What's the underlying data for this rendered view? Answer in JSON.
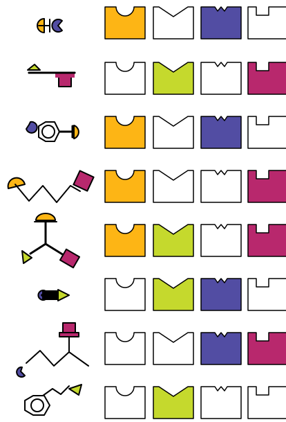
{
  "colors": {
    "orange": "#FDB515",
    "green": "#C5D92D",
    "blue": "#524DA3",
    "magenta": "#B8286D",
    "empty": "#FFFFFF",
    "stroke": "#000000"
  },
  "slot_shapes": [
    "semicircle",
    "triangle",
    "double-notch",
    "step"
  ],
  "rows": [
    {
      "name": "row-1",
      "molecule": "semicircle-bar-crescent",
      "fills": [
        "orange",
        "empty",
        "blue",
        "empty"
      ]
    },
    {
      "name": "row-2",
      "molecule": "triangle-bar-square",
      "fills": [
        "empty",
        "green",
        "empty",
        "magenta"
      ]
    },
    {
      "name": "row-3",
      "molecule": "crescent-benzene-semicircle",
      "fills": [
        "orange",
        "empty",
        "blue",
        "empty"
      ]
    },
    {
      "name": "row-4",
      "molecule": "semicircle-zigzag-square",
      "fills": [
        "orange",
        "empty",
        "empty",
        "magenta"
      ]
    },
    {
      "name": "row-5",
      "molecule": "tripod-semicircle-triangle-square",
      "fills": [
        "orange",
        "green",
        "empty",
        "magenta"
      ]
    },
    {
      "name": "row-6",
      "molecule": "crescent-bar-triangle",
      "fills": [
        "empty",
        "green",
        "blue",
        "empty"
      ]
    },
    {
      "name": "row-7",
      "molecule": "crescent-branched-chain-square",
      "fills": [
        "empty",
        "empty",
        "blue",
        "magenta"
      ]
    },
    {
      "name": "row-8",
      "molecule": "benzene-chain-triangle",
      "fills": [
        "empty",
        "green",
        "empty",
        "empty"
      ]
    }
  ]
}
